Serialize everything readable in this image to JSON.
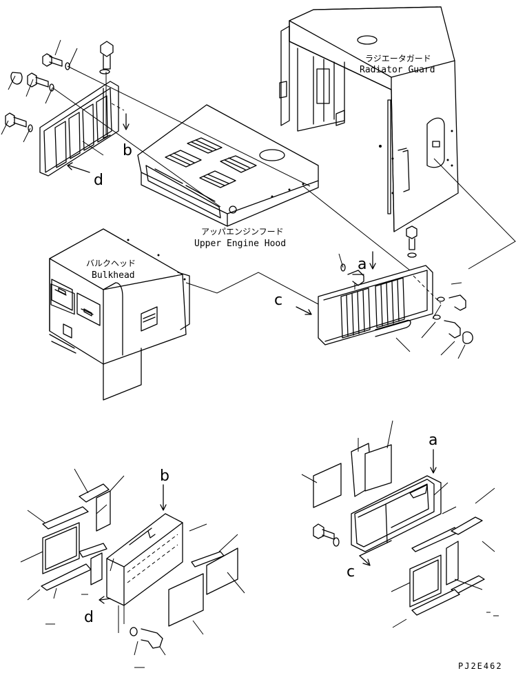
{
  "parts": {
    "radiator_guard": {
      "jp": "ラジエータガード",
      "en": "Radiator Guard"
    },
    "upper_engine_hood": {
      "jp": "アッパエンジンフード",
      "en": "Upper Engine Hood"
    },
    "bulkhead": {
      "jp": "バルクヘッド",
      "en": "Bulkhead"
    }
  },
  "view_refs": {
    "a": "a",
    "b": "b",
    "c": "c",
    "d": "d"
  },
  "drawing_code": "PJ2E462"
}
